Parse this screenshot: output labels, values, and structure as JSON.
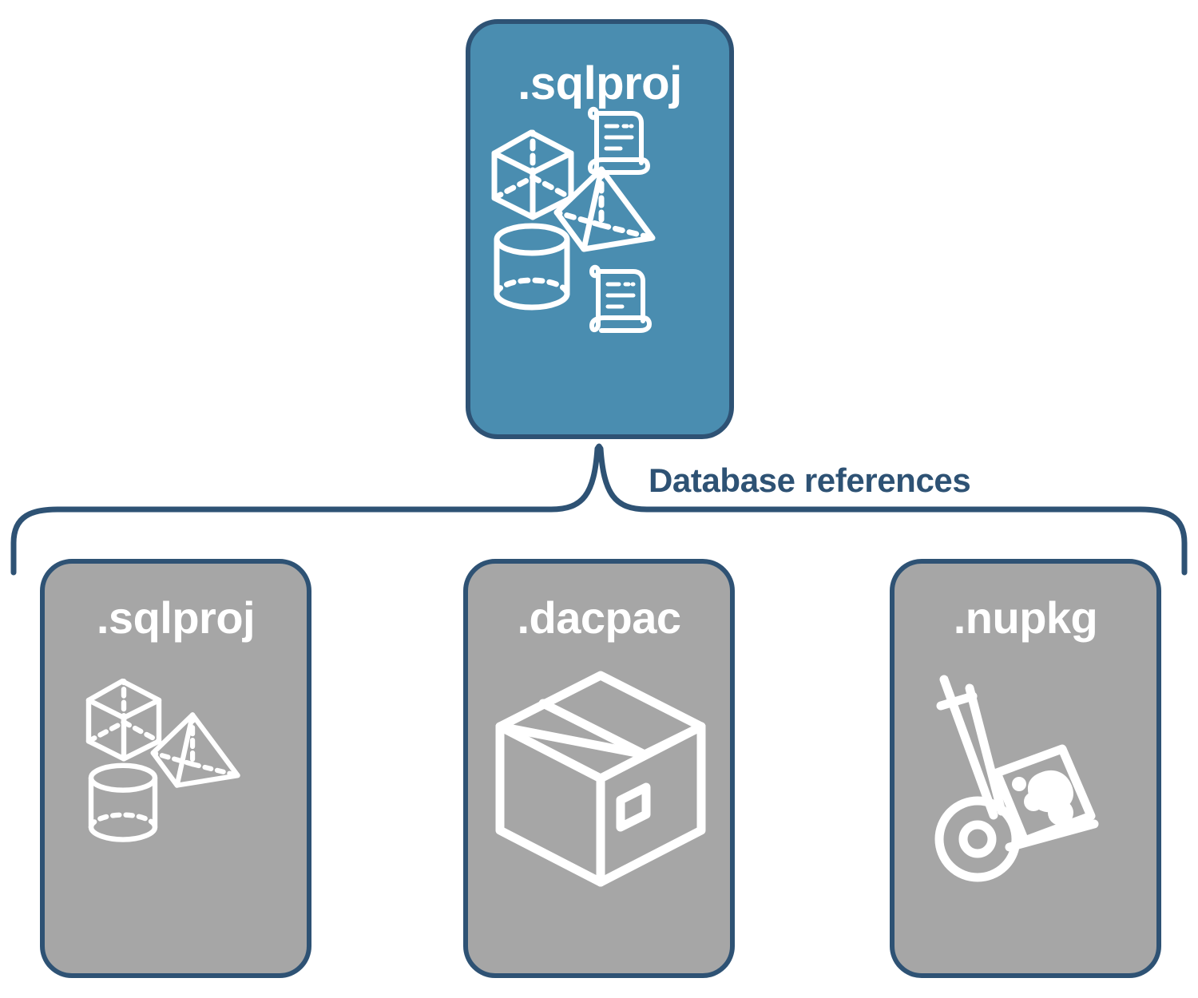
{
  "diagram": {
    "title": "Database references",
    "colors": {
      "root_card_fill": "#4A8DB0",
      "reference_card_fill": "#A6A6A6",
      "stroke": "#2E5274",
      "icon": "#FFFFFF",
      "label_text": "#2E5274",
      "card_text": "#FFFFFF",
      "background": "#FFFFFF"
    },
    "root": {
      "label": ".sqlproj",
      "icons": [
        "cube-icon",
        "scroll-icon",
        "pyramid-icon",
        "cylinder-icon",
        "scroll-icon"
      ]
    },
    "connector": {
      "label": "Database references",
      "style": "curly-brace"
    },
    "references": [
      {
        "label": ".sqlproj",
        "icons": [
          "cube-icon",
          "pyramid-icon",
          "cylinder-icon"
        ]
      },
      {
        "label": ".dacpac",
        "icons": [
          "package-box-icon"
        ]
      },
      {
        "label": ".nupkg",
        "icons": [
          "hand-truck-icon"
        ]
      }
    ]
  }
}
